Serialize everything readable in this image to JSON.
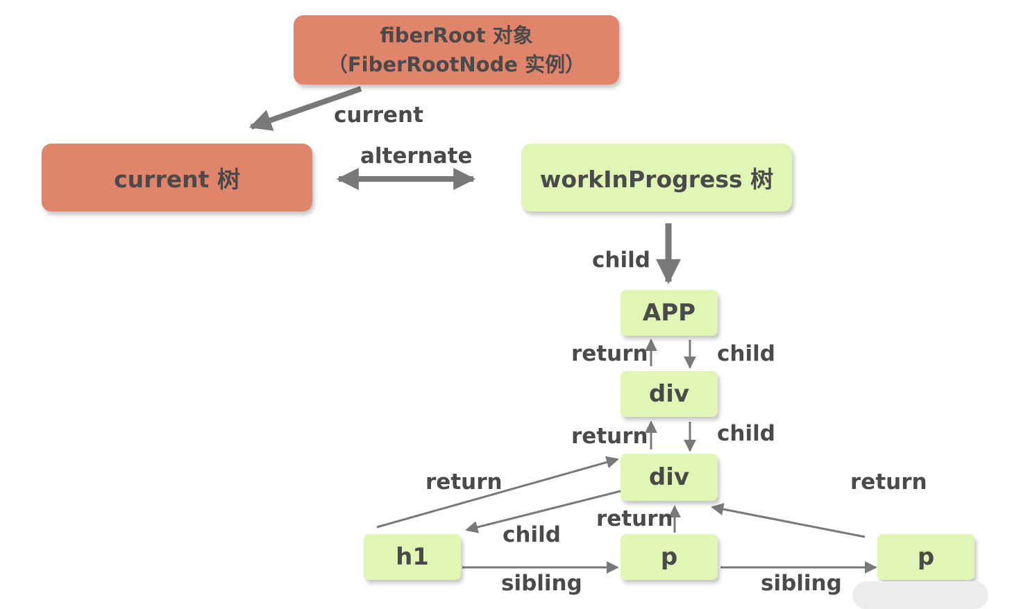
{
  "nodes": {
    "fiber_root_line1": "fiberRoot 对象",
    "fiber_root_line2": "（FiberRootNode 实例）",
    "current_tree": "current 树",
    "wip_tree": "workInProgress 树",
    "app": "APP",
    "div1": "div",
    "div2": "div",
    "h1": "h1",
    "p1": "p",
    "p2": "p"
  },
  "edge_labels": {
    "current": "current",
    "alternate": "alternate",
    "child_wip": "child",
    "return_app": "return",
    "child_app": "child",
    "return_div1": "return",
    "child_div1": "child",
    "return_h1": "return",
    "child_h1": "child",
    "return_p1": "return",
    "return_p2": "return",
    "sibling_h1": "sibling",
    "sibling_p1": "sibling"
  },
  "colors": {
    "orange": "#e0856b",
    "green": "#dff6b5",
    "arrow": "#787878",
    "text": "#4a4a4a"
  }
}
